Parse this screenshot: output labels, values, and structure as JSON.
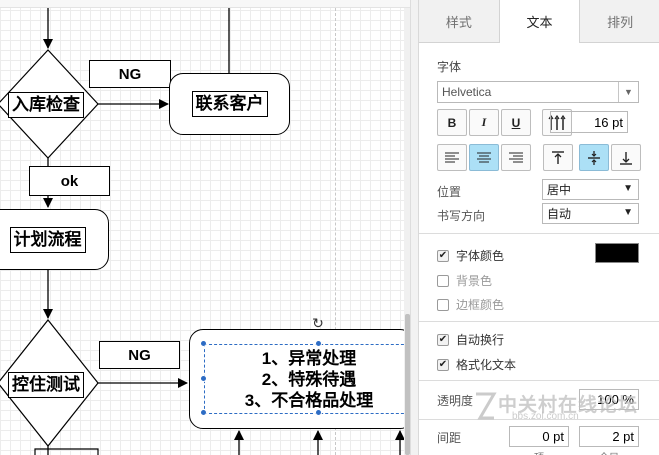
{
  "canvas": {
    "nodes": {
      "inbound_check": "入库检查",
      "contact_customer": "联系客户",
      "plan_process": "计划流程",
      "control_test": "控住测试"
    },
    "tags": {
      "ng_top": "NG",
      "ok": "ok",
      "ng_bottom": "NG"
    },
    "selected_text": {
      "line1": "1、异常处理",
      "line2": "2、特殊待遇",
      "line3": "3、不合格品处理"
    }
  },
  "panel": {
    "tabs": [
      "样式",
      "文本",
      "排列"
    ],
    "active_tab": "文本",
    "font_section_title": "字体",
    "font_name": "Helvetica",
    "font_size": "16 pt",
    "style_buttons": {
      "bold": "B",
      "italic": "I",
      "underline": "U"
    },
    "position_label": "位置",
    "position_value": "居中",
    "writing_direction_label": "书写方向",
    "writing_direction_value": "自动",
    "font_color_label": "字体颜色",
    "font_color_value": "#000000",
    "background_color_label": "背景色",
    "border_color_label": "边框颜色",
    "word_wrap_label": "自动换行",
    "formatted_text_label": "格式化文本",
    "opacity_label": "透明度",
    "opacity_value": "100 %",
    "spacing_label": "间距",
    "spacing_top_value": "0 pt",
    "spacing_global_value": "2 pt",
    "spacing_top_sub": "顶",
    "spacing_global_sub": "全局"
  },
  "colors": {
    "accent_selection": "#2d6cc4",
    "toggle_active": "#ace0f6"
  },
  "watermark": {
    "text": "中关村在线论坛",
    "url": "bbs.zol.com.cn"
  }
}
